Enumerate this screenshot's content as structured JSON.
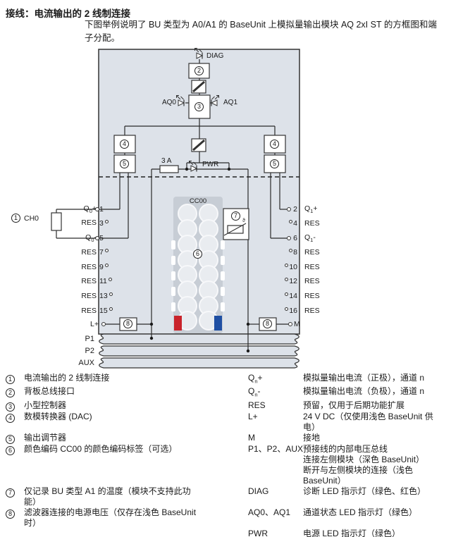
{
  "header": {
    "title": "接线：电流输出的 2 线制连接",
    "intro": "下图举例说明了 BU 类型为 A0/A1 的 BaseUnit 上模拟量输出模块 AQ 2xI ST 的方框图和端子分配。"
  },
  "diagram": {
    "labels": {
      "diag": "DIAG",
      "aq0": "AQ0",
      "aq1": "AQ1",
      "pwr": "PWR",
      "fuse": "3 A",
      "cc00": "CC00",
      "ch0": "CH0",
      "lplus": "L+",
      "m": "M",
      "p1": "P1",
      "p2": "P2",
      "aux": "AUX",
      "theta": "ϑ"
    },
    "circles": {
      "c1": "1",
      "c2": "2",
      "c3": "3",
      "c4": "4",
      "c5": "5",
      "c6": "6",
      "c7": "7",
      "c8": "8"
    },
    "left_terminals": [
      {
        "num": "1",
        "base": "Q",
        "sub": "0",
        "suf": "+"
      },
      {
        "num": "3",
        "base": "RES",
        "sub": "",
        "suf": ""
      },
      {
        "num": "5",
        "base": "Q",
        "sub": "0",
        "suf": "-"
      },
      {
        "num": "7",
        "base": "RES",
        "sub": "",
        "suf": ""
      },
      {
        "num": "9",
        "base": "RES",
        "sub": "",
        "suf": ""
      },
      {
        "num": "11",
        "base": "RES",
        "sub": "",
        "suf": ""
      },
      {
        "num": "13",
        "base": "RES",
        "sub": "",
        "suf": ""
      },
      {
        "num": "15",
        "base": "RES",
        "sub": "",
        "suf": ""
      }
    ],
    "right_terminals": [
      {
        "num": "2",
        "base": "Q",
        "sub": "1",
        "suf": "+"
      },
      {
        "num": "4",
        "base": "RES",
        "sub": "",
        "suf": ""
      },
      {
        "num": "6",
        "base": "Q",
        "sub": "1",
        "suf": "-"
      },
      {
        "num": "8",
        "base": "RES",
        "sub": "",
        "suf": ""
      },
      {
        "num": "10",
        "base": "RES",
        "sub": "",
        "suf": ""
      },
      {
        "num": "12",
        "base": "RES",
        "sub": "",
        "suf": ""
      },
      {
        "num": "14",
        "base": "RES",
        "sub": "",
        "suf": ""
      },
      {
        "num": "16",
        "base": "RES",
        "sub": "",
        "suf": ""
      }
    ]
  },
  "legend": {
    "rows": [
      {
        "num": "1",
        "desc": "电流输出的 2 线制连接",
        "sig_base": "Q",
        "sig_sub": "n",
        "sig_suf": "+",
        "sig_desc": "模拟量输出电流（正极），通道 n"
      },
      {
        "num": "2",
        "desc": "背板总线接口",
        "sig_base": "Q",
        "sig_sub": "n",
        "sig_suf": "-",
        "sig_desc": "模拟量输出电流（负极），通道 n"
      },
      {
        "num": "3",
        "desc": "小型控制器",
        "sig_base": "RES",
        "sig_sub": "",
        "sig_suf": "",
        "sig_desc": "预留，仅用于后期功能扩展"
      },
      {
        "num": "4",
        "desc": "数模转换器 (DAC)",
        "sig_base": "L+",
        "sig_sub": "",
        "sig_suf": "",
        "sig_desc": "24 V DC（仅使用浅色 BaseUnit 供\n电）"
      },
      {
        "num": "5",
        "desc": "输出调节器",
        "sig_base": "M",
        "sig_sub": "",
        "sig_suf": "",
        "sig_desc": "接地"
      },
      {
        "num": "6",
        "desc": "颜色编码 CC00 的颜色编码标签（可选）",
        "sig_base": "P1、P2、AUX",
        "sig_sub": "",
        "sig_suf": "",
        "sig_desc": "预接线的内部电压总线\n连接左侧模块（深色 BaseUnit）\n断开与左侧模块的连接（浅色\nBaseUnit）"
      },
      {
        "num": "7",
        "desc": "仅记录 BU 类型 A1 的温度（模块不支持此功\n能）",
        "sig_base": "DIAG",
        "sig_sub": "",
        "sig_suf": "",
        "sig_desc": "诊断 LED 指示灯（绿色、红色）"
      },
      {
        "num": "8",
        "desc": "滤波器连接的电源电压（仅存在浅色 BaseUnit\n时）",
        "sig_base": "AQ0、AQ1",
        "sig_sub": "",
        "sig_suf": "",
        "sig_desc": "通道状态 LED 指示灯（绿色）"
      },
      {
        "num": "",
        "desc": "",
        "sig_base": "PWR",
        "sig_sub": "",
        "sig_suf": "",
        "sig_desc": "电源 LED 指示灯（绿色）"
      }
    ]
  },
  "colors": {
    "module_fill": "#dde2e9",
    "terminal_block_fill": "#c7cdd5",
    "coding_red": "#c9232b",
    "coding_blue": "#1f4fa3",
    "line": "#2a2a2a"
  }
}
